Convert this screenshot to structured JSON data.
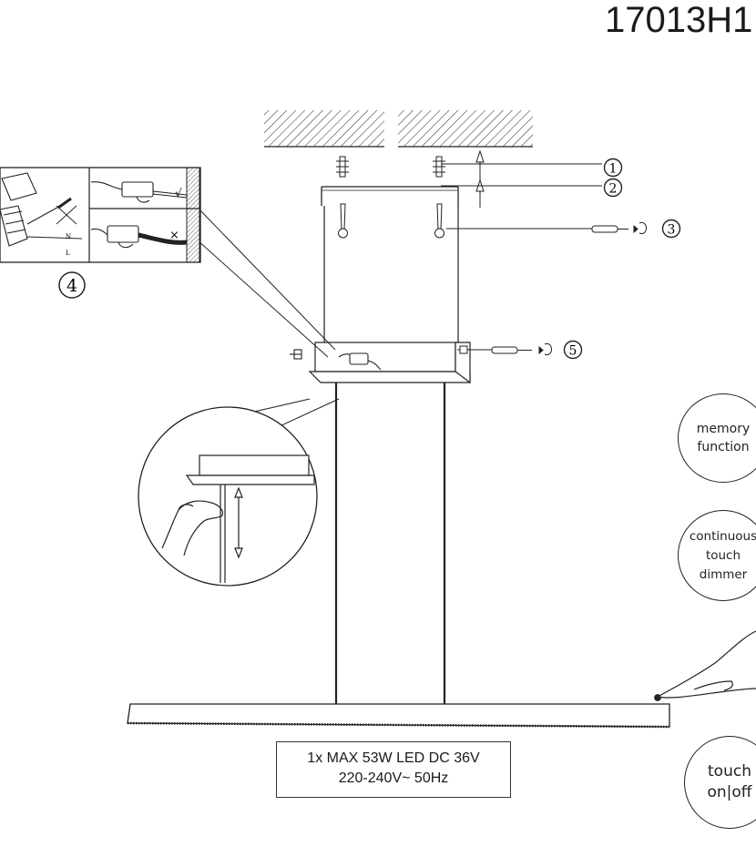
{
  "document": {
    "model_number": "17013H1",
    "spec_label": {
      "line1": "1x MAX 53W LED DC 36V",
      "line2": "220-240V~ 50Hz"
    },
    "step_numbers": [
      "1",
      "2",
      "3",
      "4",
      "5"
    ],
    "wiring_marks": {
      "correct": "√",
      "incorrect": "×",
      "neutral": "N",
      "live": "L"
    },
    "features": {
      "memory": {
        "line1": "memory",
        "line2": "function"
      },
      "dimmer": {
        "line1": "continuous",
        "line2": "touch",
        "line3": "dimmer"
      },
      "touch": {
        "line1": "touch",
        "line2": "on|off"
      }
    }
  }
}
